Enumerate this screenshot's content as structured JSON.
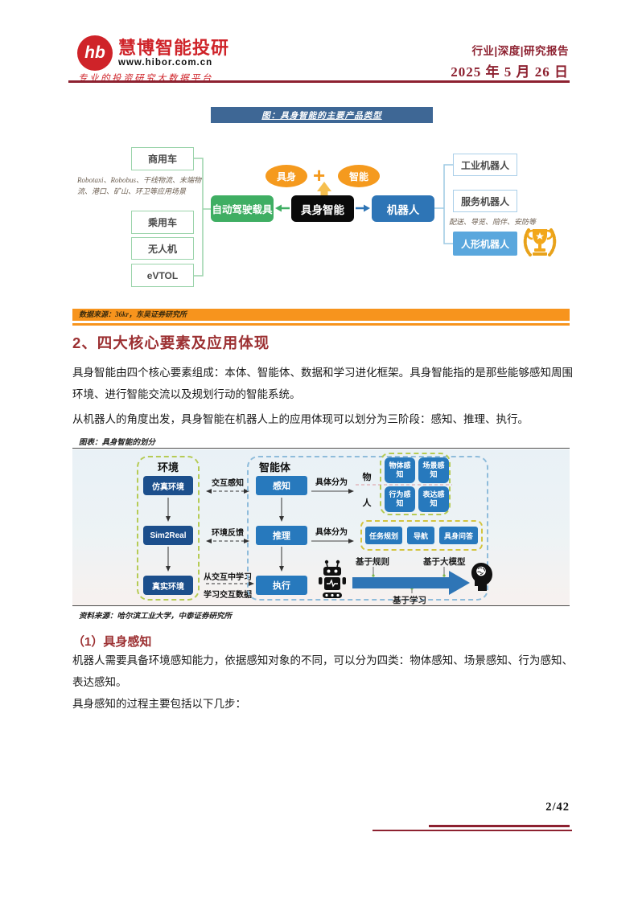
{
  "header": {
    "logo": {
      "icon_text": "hb",
      "brand": "慧博智能投研",
      "website": "www.hibor.com.cn",
      "tagline": "专业的投资研究大数据平台"
    },
    "report_type": "行业|深度|研究报告",
    "date": "2025 年 5 月 26 日"
  },
  "figure1": {
    "title": "图：具身智能的主要产品类型",
    "left_boxes": [
      "商用车",
      "乘用车",
      "无人机",
      "eVTOL"
    ],
    "left_note": "Robotaxi、Robobus、干线物流、末端物流、港口、矿山、环卫等应用场景",
    "oval_left": "具身",
    "plus": "+",
    "oval_right": "智能",
    "center_left": "自动驾驶载具",
    "center": "具身智能",
    "center_right": "机器人",
    "right_boxes": [
      "工业机器人",
      "服务机器人",
      "人形机器人"
    ],
    "right_note": "配送、导览、陪伴、安防等",
    "source": "数据来源：36kr，东吴证券研究所"
  },
  "section2": {
    "heading": "2、四大核心要素及应用体现",
    "para1": "具身智能由四个核心要素组成：本体、智能体、数据和学习进化框架。具身智能指的是那些能够感知周围环境、进行智能交流以及规划行动的智能系统。",
    "para2": "从机器人的角度出发，具身智能在机器人上的应用体现可以划分为三阶段：感知、推理、执行。"
  },
  "figure2": {
    "caption": "图表：具身智能的划分",
    "env": {
      "title": "环境",
      "boxes": [
        "仿真环境",
        "Sim2Real",
        "真实环境"
      ]
    },
    "interactions": [
      "交互感知",
      "环境反馈",
      "从交互中学习",
      "学习交互数据"
    ],
    "agent": {
      "title": "智能体",
      "boxes": [
        "感知",
        "推理",
        "执行"
      ]
    },
    "divide_label_1": "具体分为",
    "divide_label_2": "具体分为",
    "object_label": "物",
    "person_label": "人",
    "perception_types": [
      "物体感知",
      "场景感知",
      "行为感知",
      "表达感知"
    ],
    "reasoning_types": [
      "任务规划",
      "导航",
      "具身问答"
    ],
    "exec_labels": {
      "rule": "基于规则",
      "large_model": "基于大模型",
      "learning": "基于学习"
    },
    "source": "资料来源：哈尔滨工业大学，中泰证券研究所"
  },
  "section2_1": {
    "heading": "（1）具身感知",
    "para1": "机器人需要具备环境感知能力，依据感知对象的不同，可以分为四类：物体感知、场景感知、行为感知、表达感知。",
    "para2": "具身感知的过程主要包括以下几步："
  },
  "footer": {
    "page": "2/42"
  },
  "icons": {
    "logo": "hb-logo-icon",
    "trophy": "trophy-icon",
    "robot": "robot-icon",
    "brain_head": "brain-head-icon",
    "up_arrow": "up-arrow-icon"
  },
  "colors": {
    "brand_red": "#cf2329",
    "dark_red": "#8d2130",
    "heading_red": "#9c3032",
    "orange_bar": "#f7941d",
    "figure_title_bg": "#3e6795",
    "green": "#3fae63",
    "blue": "#2e75b6",
    "light_blue": "#5aa7dd",
    "navy": "#1c4f8c",
    "oval_orange": "#f59a1e"
  }
}
